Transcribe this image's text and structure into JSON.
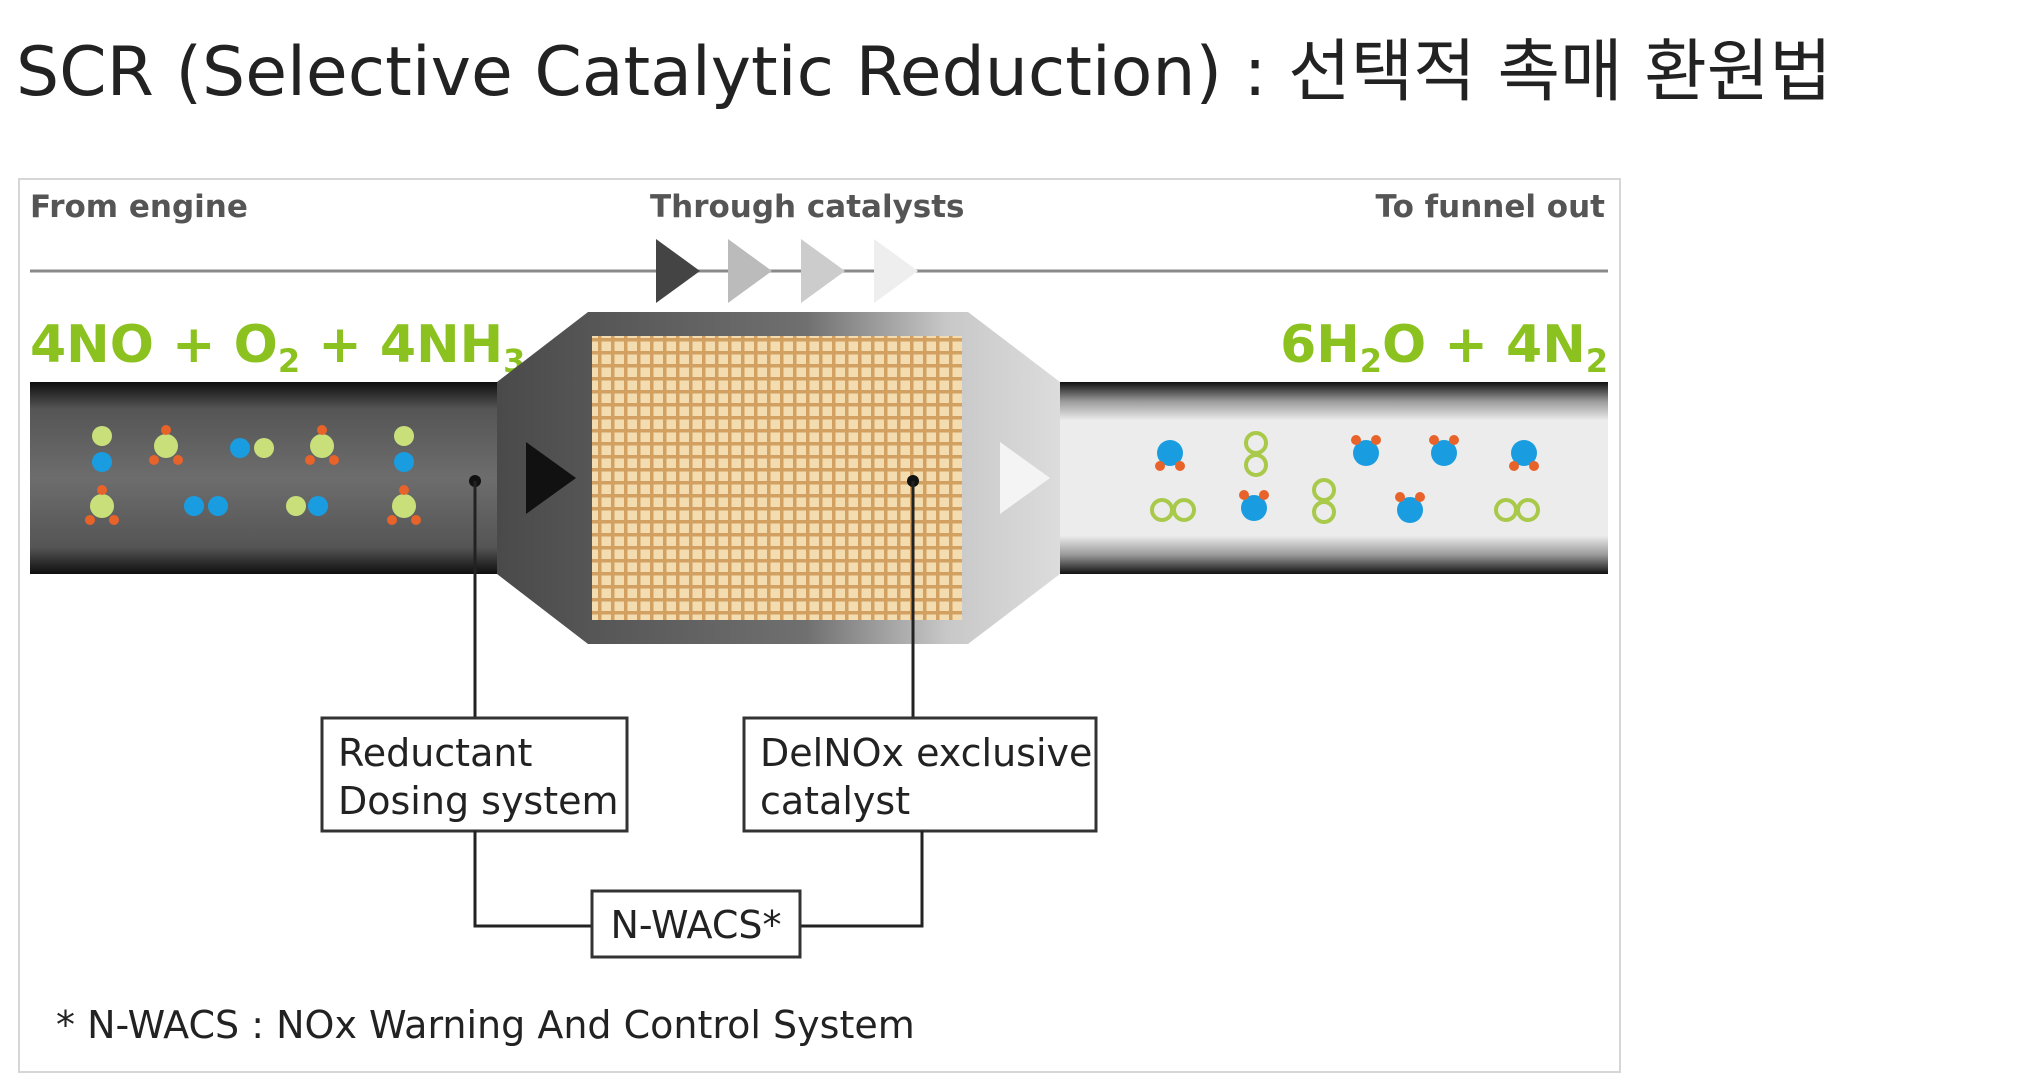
{
  "title": "SCR (Selective Catalytic Reduction) : 선택적 촉매 환원법",
  "flow_labels": {
    "from": "From engine",
    "through": "Through catalysts",
    "to": "To funnel out"
  },
  "equation_in": {
    "p1": "4NO + O",
    "s1": "2",
    "p2": " + 4NH",
    "s2": "3"
  },
  "equation_out": {
    "p1": "6H",
    "s1": "2",
    "p2": "O + 4N",
    "s2": "2"
  },
  "boxes": {
    "dosing": [
      "Reductant",
      "Dosing system"
    ],
    "catalyst": [
      "DelNOx exclusive",
      "catalyst"
    ],
    "nwacs": "N-WACS*"
  },
  "footnote": "* N-WACS : NOx Warning And Control System",
  "colors": {
    "green": "#8cc21f",
    "blue": "#1a9de0",
    "orange": "#e8632a",
    "grid": "#d9a96a"
  }
}
